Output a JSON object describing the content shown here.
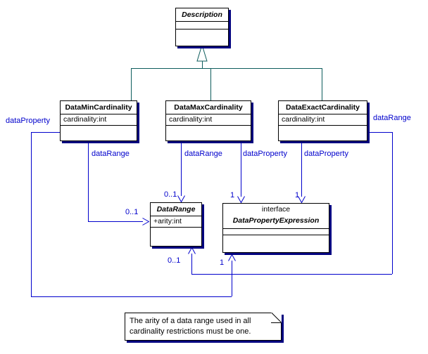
{
  "diagram": {
    "classes": {
      "description": {
        "name": "Description"
      },
      "data_min_cardinality": {
        "name": "DataMinCardinality",
        "attribute": "cardinality:int"
      },
      "data_max_cardinality": {
        "name": "DataMaxCardinality",
        "attribute": "cardinality:int"
      },
      "data_exact_cardinality": {
        "name": "DataExactCardinality",
        "attribute": "cardinality:int"
      },
      "data_range": {
        "name": "DataRange",
        "attribute": "+arity:int"
      },
      "data_property_expression": {
        "stereotype": "interface",
        "name": "DataPropertyExpression"
      }
    },
    "edge_labels": {
      "min_data_property": "dataProperty",
      "min_data_range": "dataRange",
      "max_data_range": "dataRange",
      "max_data_property": "dataProperty",
      "exact_data_property": "dataProperty",
      "exact_data_range": "dataRange"
    },
    "multiplicities": {
      "range_top": "0..1",
      "range_left": "0..1",
      "range_bottom": "0..1",
      "dpe_top_left": "1",
      "dpe_top_right": "1",
      "dpe_bottom": "1"
    },
    "note": {
      "line1": "The arity of a data range used in all",
      "line2": "cardinality restrictions must be one."
    },
    "colors": {
      "association": "#0000cc",
      "generalization": "#0d5c5c",
      "shadow": "#000080",
      "border": "#000000",
      "background": "#ffffff"
    }
  }
}
